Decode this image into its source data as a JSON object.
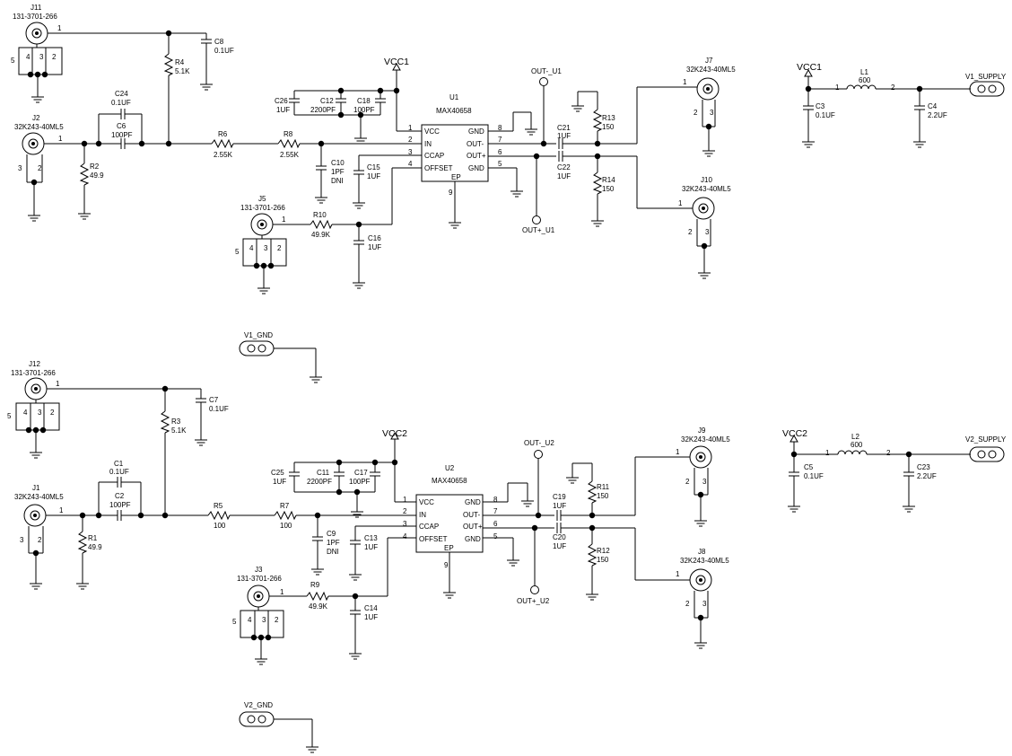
{
  "colors": {
    "wire": "#000000",
    "background": "#ffffff"
  },
  "circuits": [
    {
      "vcc": "VCC1",
      "ic_ref": "U1",
      "ic_part": "MAX40658",
      "pins": {
        "vcc": "VCC",
        "in": "IN",
        "ccap": "CCAP",
        "offset": "OFFSET",
        "gnd": "GND",
        "outm": "OUT-",
        "outp": "OUT+",
        "ep": "EP",
        "n1": "1",
        "n2": "2",
        "n3": "3",
        "n4": "4",
        "n5": "5",
        "n6": "6",
        "n7": "7",
        "n8": "8",
        "n9": "9"
      },
      "jin_ref": "J11",
      "jin_part": "131-3701-266",
      "jin_pins": {
        "p1": "1",
        "p5": "5",
        "p4": "4",
        "p3": "3",
        "p2": "2"
      },
      "jsig_ref": "J2",
      "jsig_part": "32K243-40ML5",
      "jsig_pins": {
        "p1": "1",
        "p3": "3",
        "p2": "2"
      },
      "jcap_ref": "J5",
      "jcap_part": "131-3701-266",
      "jcap_pins": {
        "p1": "1",
        "p5": "5",
        "p4": "4",
        "p3": "3",
        "p2": "2"
      },
      "jout1_ref": "J7",
      "jout1_part": "32K243-40ML5",
      "jout1_pins": {
        "p1": "1",
        "p2": "2",
        "p3": "3"
      },
      "jout2_ref": "J10",
      "jout2_part": "32K243-40ML5",
      "jout2_pins": {
        "p1": "1",
        "p2": "2",
        "p3": "3"
      },
      "c_top_ref": "C8",
      "c_top_val": "0.1UF",
      "r_bias_ref": "R4",
      "r_bias_val": "5.1K",
      "c_a_ref": "C24",
      "c_a_val": "0.1UF",
      "c_b_ref": "C6",
      "c_b_val": "100PF",
      "r_term_ref": "R2",
      "r_term_val": "49.9",
      "r_s1_ref": "R6",
      "r_s1_val": "2.55K",
      "r_s2_ref": "R8",
      "r_s2_val": "2.55K",
      "c_dni_ref": "C10",
      "c_dni_val": "1PF",
      "c_dni_note": "DNI",
      "c_ccap_ref": "C15",
      "c_ccap_val": "1UF",
      "c_bp1_ref": "C26",
      "c_bp1_val": "1UF",
      "c_bp2_ref": "C12",
      "c_bp2_val": "2200PF",
      "c_bp3_ref": "C18",
      "c_bp3_val": "100PF",
      "r_off_ref": "R10",
      "r_off_val": "49.9K",
      "c_off_ref": "C16",
      "c_off_val": "1UF",
      "c_o1_ref": "C21",
      "c_o1_val": "1UF",
      "c_o2_ref": "C22",
      "c_o2_val": "1UF",
      "r_o1_ref": "R13",
      "r_o1_val": "150",
      "r_o2_ref": "R14",
      "r_o2_val": "150",
      "tp_m": "OUT-_U1",
      "tp_p": "OUT+_U1",
      "gnd_test": "V1_GND",
      "sup_vcc": "VCC1",
      "sup_c1_ref": "C3",
      "sup_c1_val": "0.1UF",
      "sup_l_ref": "L1",
      "sup_l_val": "600",
      "sup_l_p1": "1",
      "sup_l_p2": "2",
      "sup_c2_ref": "C4",
      "sup_c2_val": "2.2UF",
      "sup_term": "V1_SUPPLY"
    },
    {
      "vcc": "VCC2",
      "ic_ref": "U2",
      "ic_part": "MAX40658",
      "pins": {
        "vcc": "VCC",
        "in": "IN",
        "ccap": "CCAP",
        "offset": "OFFSET",
        "gnd": "GND",
        "outm": "OUT-",
        "outp": "OUT+",
        "ep": "EP",
        "n1": "1",
        "n2": "2",
        "n3": "3",
        "n4": "4",
        "n5": "5",
        "n6": "6",
        "n7": "7",
        "n8": "8",
        "n9": "9"
      },
      "jin_ref": "J12",
      "jin_part": "131-3701-266",
      "jin_pins": {
        "p1": "1",
        "p5": "5",
        "p4": "4",
        "p3": "3",
        "p2": "2"
      },
      "jsig_ref": "J1",
      "jsig_part": "32K243-40ML5",
      "jsig_pins": {
        "p1": "1",
        "p3": "3",
        "p2": "2"
      },
      "jcap_ref": "J3",
      "jcap_part": "131-3701-266",
      "jcap_pins": {
        "p1": "1",
        "p5": "5",
        "p4": "4",
        "p3": "3",
        "p2": "2"
      },
      "jout1_ref": "J9",
      "jout1_part": "32K243-40ML5",
      "jout1_pins": {
        "p1": "1",
        "p2": "2",
        "p3": "3"
      },
      "jout2_ref": "J8",
      "jout2_part": "32K243-40ML5",
      "jout2_pins": {
        "p1": "1",
        "p2": "2",
        "p3": "3"
      },
      "c_top_ref": "C7",
      "c_top_val": "0.1UF",
      "r_bias_ref": "R3",
      "r_bias_val": "5.1K",
      "c_a_ref": "C1",
      "c_a_val": "0.1UF",
      "c_b_ref": "C2",
      "c_b_val": "100PF",
      "r_term_ref": "R1",
      "r_term_val": "49.9",
      "r_s1_ref": "R5",
      "r_s1_val": "100",
      "r_s2_ref": "R7",
      "r_s2_val": "100",
      "c_dni_ref": "C9",
      "c_dni_val": "1PF",
      "c_dni_note": "DNI",
      "c_ccap_ref": "C13",
      "c_ccap_val": "1UF",
      "c_bp1_ref": "C25",
      "c_bp1_val": "1UF",
      "c_bp2_ref": "C11",
      "c_bp2_val": "2200PF",
      "c_bp3_ref": "C17",
      "c_bp3_val": "100PF",
      "r_off_ref": "R9",
      "r_off_val": "49.9K",
      "c_off_ref": "C14",
      "c_off_val": "1UF",
      "c_o1_ref": "C19",
      "c_o1_val": "1UF",
      "c_o2_ref": "C20",
      "c_o2_val": "1UF",
      "r_o1_ref": "R11",
      "r_o1_val": "150",
      "r_o2_ref": "R12",
      "r_o2_val": "150",
      "tp_m": "OUT-_U2",
      "tp_p": "OUT+_U2",
      "gnd_test": "V2_GND",
      "sup_vcc": "VCC2",
      "sup_c1_ref": "C5",
      "sup_c1_val": "0.1UF",
      "sup_l_ref": "L2",
      "sup_l_val": "600",
      "sup_l_p1": "1",
      "sup_l_p2": "2",
      "sup_c2_ref": "C23",
      "sup_c2_val": "2.2UF",
      "sup_term": "V2_SUPPLY"
    }
  ]
}
